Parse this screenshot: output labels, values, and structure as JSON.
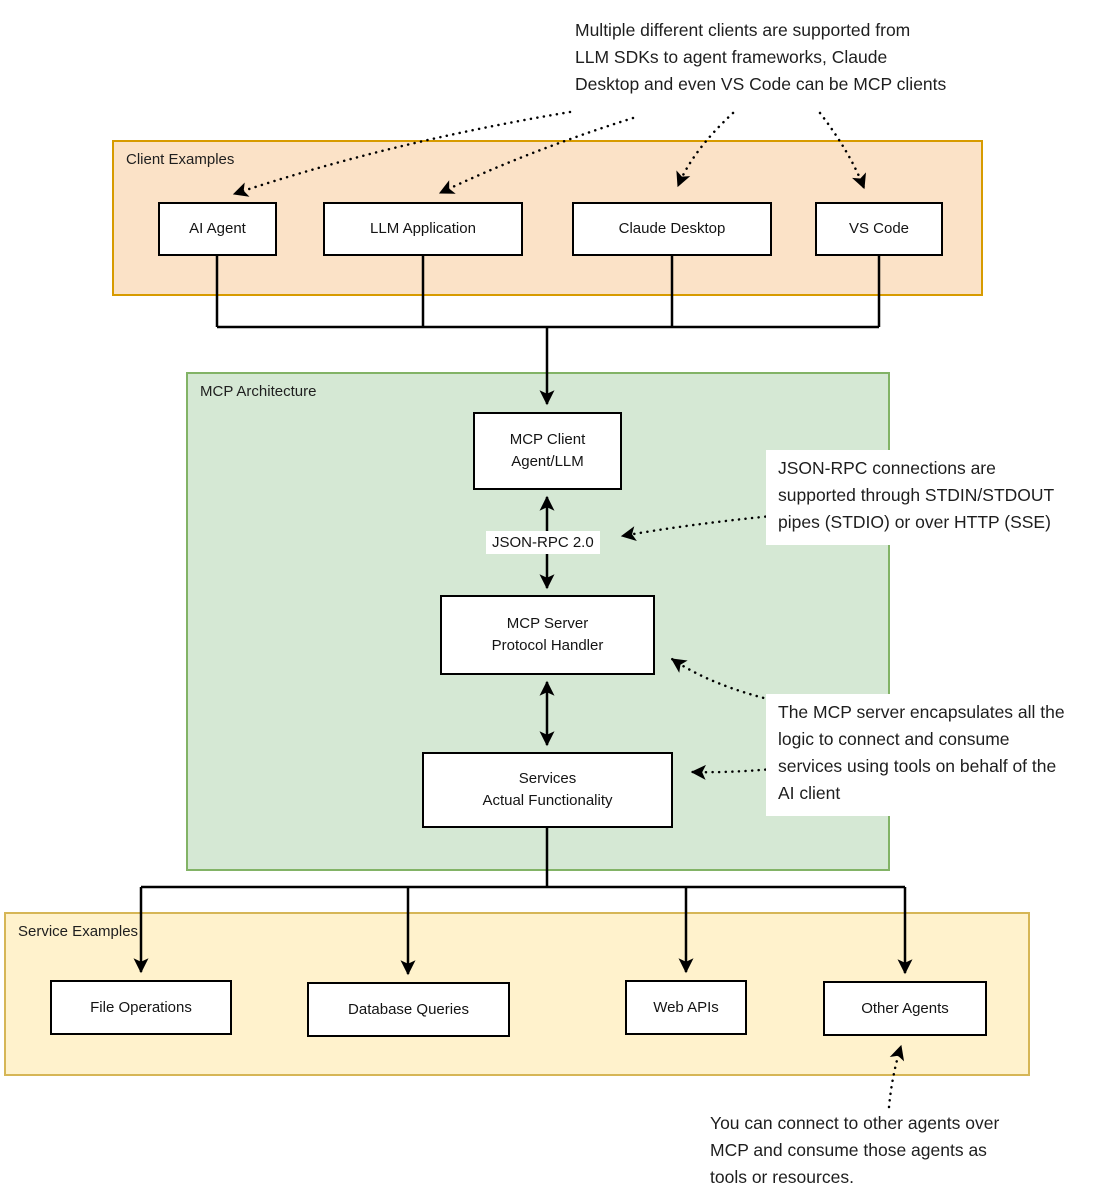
{
  "diagram": {
    "title_hint": "MCP architecture diagram",
    "colors": {
      "client_examples_fill": "#FBE2C7",
      "client_examples_border": "#D79B00",
      "mcp_architecture_fill": "#D5E8D4",
      "mcp_architecture_border": "#82B366",
      "service_examples_fill": "#FFF2CC",
      "service_examples_border": "#D6B656",
      "node_fill": "#FFFFFF",
      "line_color": "#000000"
    }
  },
  "groups": {
    "client_examples": {
      "label": "Client Examples"
    },
    "mcp_architecture": {
      "label": "MCP Architecture"
    },
    "service_examples": {
      "label": "Service Examples"
    }
  },
  "nodes": {
    "ai_agent": {
      "label": "AI Agent"
    },
    "llm_application": {
      "label": "LLM Application"
    },
    "claude_desktop": {
      "label": "Claude Desktop"
    },
    "vs_code": {
      "label": "VS Code"
    },
    "mcp_client": {
      "lines": [
        "MCP Client",
        "Agent/LLM"
      ]
    },
    "json_rpc": {
      "label": "JSON-RPC 2.0"
    },
    "mcp_server": {
      "lines": [
        "MCP Server",
        "Protocol Handler"
      ]
    },
    "services": {
      "lines": [
        "Services",
        "Actual Functionality"
      ]
    },
    "file_operations": {
      "label": "File Operations"
    },
    "database_queries": {
      "label": "Database Queries"
    },
    "web_apis": {
      "label": "Web APIs"
    },
    "other_agents": {
      "label": "Other Agents"
    }
  },
  "annotations": {
    "clients_note": {
      "lines": [
        "Multiple different clients are supported from",
        "LLM SDKs to agent frameworks, Claude",
        "Desktop and even VS Code can be MCP clients"
      ]
    },
    "jsonrpc_note": {
      "lines": [
        "JSON-RPC connections are",
        "supported through STDIN/STDOUT",
        "pipes (STDIO) or over HTTP (SSE)"
      ]
    },
    "server_note": {
      "lines": [
        "The MCP server encapsulates all the",
        "logic to connect and consume",
        "services using tools on behalf of the",
        "AI client"
      ]
    },
    "agents_note": {
      "lines": [
        "You can connect to other agents over",
        "MCP and consume those agents as",
        "tools or resources."
      ]
    }
  }
}
